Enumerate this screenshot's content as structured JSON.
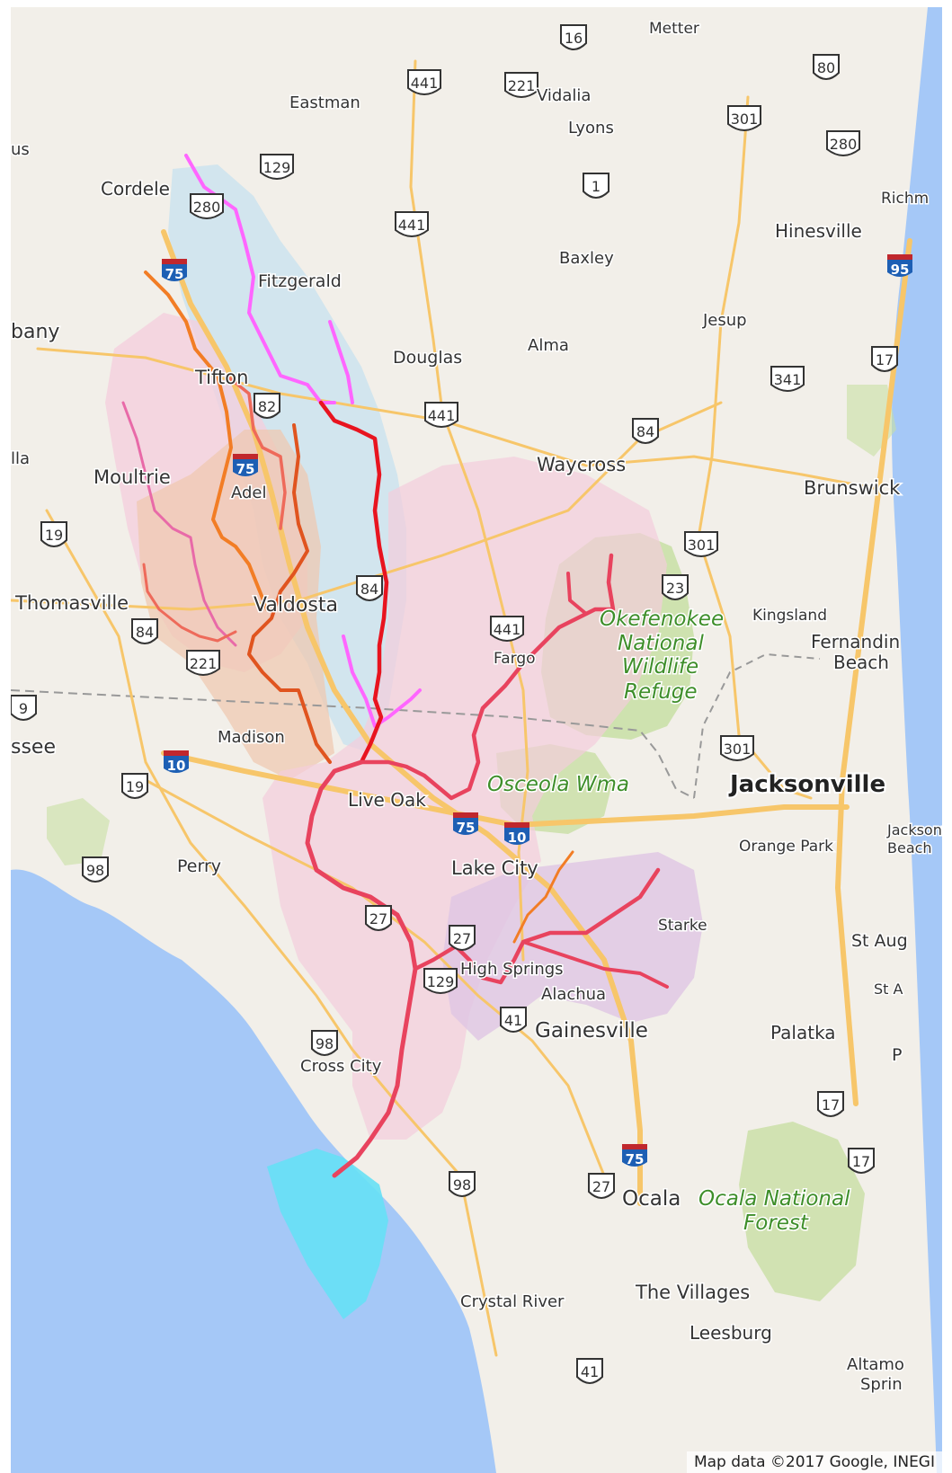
{
  "map": {
    "attribution": "Map data ©2017 Google, INEGI",
    "colors": {
      "land": "#f2efe9",
      "water": "#a5c8f7",
      "park": "#c8dfa4",
      "highway": "#f7c66a",
      "basin_blue": "#c7e1ef",
      "basin_pink": "#f4cddc",
      "basin_peach": "#f0c7ae",
      "basin_lavender": "#dfc6e4",
      "estuary": "#66e0f5",
      "river_magenta": "#ff66ff",
      "river_red": "#e8141f",
      "river_crimson": "#e8435e",
      "river_orange": "#f27d25",
      "river_darkorange": "#e0541f",
      "river_salmon": "#ee6a5a",
      "river_pink": "#e86aa8"
    },
    "places": [
      {
        "name": "Metter",
        "cls": "town",
        "size": 17
      },
      {
        "name": "Eastman",
        "cls": "town",
        "size": 18
      },
      {
        "name": "Vidalia",
        "cls": "town",
        "size": 18
      },
      {
        "name": "Lyons",
        "cls": "town",
        "size": 18
      },
      {
        "name": "us",
        "cls": "town",
        "size": 18
      },
      {
        "name": "Cordele",
        "cls": "town",
        "size": 20
      },
      {
        "name": "Richm",
        "cls": "town",
        "size": 17
      },
      {
        "name": "Hinesville",
        "cls": "town",
        "size": 20
      },
      {
        "name": "Baxley",
        "cls": "town",
        "size": 18
      },
      {
        "name": "Fitzgerald",
        "cls": "town",
        "size": 19
      },
      {
        "name": "Jesup",
        "cls": "town",
        "size": 18
      },
      {
        "name": "bany",
        "cls": "town",
        "size": 22
      },
      {
        "name": "Alma",
        "cls": "town",
        "size": 18
      },
      {
        "name": "Douglas",
        "cls": "town",
        "size": 19
      },
      {
        "name": "Tifton",
        "cls": "town",
        "size": 21
      },
      {
        "name": "Waycross",
        "cls": "town",
        "size": 21
      },
      {
        "name": "lla",
        "cls": "town",
        "size": 18
      },
      {
        "name": "Moultrie",
        "cls": "town",
        "size": 21
      },
      {
        "name": "Brunswick",
        "cls": "town",
        "size": 21
      },
      {
        "name": "Adel",
        "cls": "town",
        "size": 18
      },
      {
        "name": "Thomasville",
        "cls": "town",
        "size": 21
      },
      {
        "name": "Valdosta",
        "cls": "town",
        "size": 22
      },
      {
        "name": "Kingsland",
        "cls": "town",
        "size": 17
      },
      {
        "name": "Fernandin",
        "cls": "town",
        "size": 20
      },
      {
        "name": "Beach",
        "cls": "town",
        "size": 20
      },
      {
        "name": "Fargo",
        "cls": "town",
        "size": 17
      },
      {
        "name": "ssee",
        "cls": "town",
        "size": 22
      },
      {
        "name": "Madison",
        "cls": "town",
        "size": 18
      },
      {
        "name": "Jacksonville",
        "cls": "city-major",
        "size": 26
      },
      {
        "name": "Live Oak",
        "cls": "town",
        "size": 20
      },
      {
        "name": "Jacksonv",
        "cls": "town",
        "size": 16
      },
      {
        "name": "Beach",
        "cls": "town",
        "size": 16
      },
      {
        "name": "Orange Park",
        "cls": "town",
        "size": 17
      },
      {
        "name": "Perry",
        "cls": "town",
        "size": 19
      },
      {
        "name": "Lake City",
        "cls": "town",
        "size": 21
      },
      {
        "name": "Starke",
        "cls": "town",
        "size": 17
      },
      {
        "name": "St Aug",
        "cls": "town",
        "size": 19
      },
      {
        "name": "High Springs",
        "cls": "town",
        "size": 18
      },
      {
        "name": "Alachua",
        "cls": "town",
        "size": 18
      },
      {
        "name": "St A",
        "cls": "town",
        "size": 16
      },
      {
        "name": "Gainesville",
        "cls": "town",
        "size": 23
      },
      {
        "name": "Palatka",
        "cls": "town",
        "size": 20
      },
      {
        "name": "Cross City",
        "cls": "town",
        "size": 18
      },
      {
        "name": "P",
        "cls": "town",
        "size": 19
      },
      {
        "name": "Ocala",
        "cls": "town",
        "size": 23
      },
      {
        "name": "Crystal River",
        "cls": "town",
        "size": 18
      },
      {
        "name": "The Villages",
        "cls": "town",
        "size": 21
      },
      {
        "name": "Leesburg",
        "cls": "town",
        "size": 20
      },
      {
        "name": "Altamo",
        "cls": "town",
        "size": 18
      },
      {
        "name": "Sprin",
        "cls": "town",
        "size": 18
      }
    ],
    "parks": [
      {
        "name": "Okefenokee",
        "size": 23
      },
      {
        "name": "National",
        "size": 23
      },
      {
        "name": "Wildlife",
        "size": 23
      },
      {
        "name": "Refuge",
        "size": 23
      },
      {
        "name": "Osceola Wma",
        "size": 23
      },
      {
        "name": "Ocala National",
        "size": 23
      },
      {
        "name": "Forest",
        "size": 23
      }
    ],
    "us_shields": [
      "16",
      "80",
      "441",
      "221",
      "301",
      "280",
      "129",
      "280",
      "1",
      "441",
      "441",
      "82",
      "341",
      "17",
      "84",
      "19",
      "301",
      "84",
      "23",
      "441",
      "221",
      "301",
      "19",
      "98",
      "27",
      "27",
      "129",
      "41",
      "98",
      "17",
      "17",
      "98",
      "27",
      "41",
      "9",
      "84"
    ],
    "interstates": [
      "75",
      "95",
      "75",
      "10",
      "75",
      "10",
      "75"
    ]
  }
}
